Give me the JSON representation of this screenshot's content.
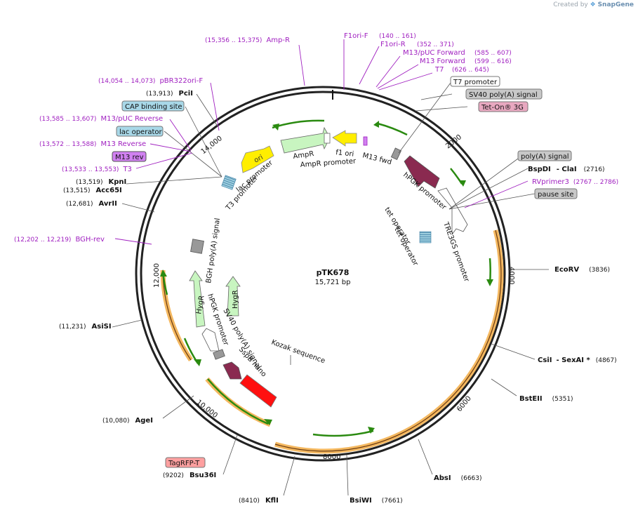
{
  "credit": {
    "prefix": "Created by",
    "brand": "SnapGene"
  },
  "plasmid": {
    "name": "pTK678",
    "size": "15,721 bp",
    "length": 15721
  },
  "colors": {
    "primer": "#a020c0",
    "site": "#111111",
    "backbone": "#222222",
    "yellow": "#ffee00",
    "lightgreen": "#c8f5c0",
    "darkred": "#8a2a50",
    "red": "#ff1010",
    "orange": "#f4b860",
    "gray": "#888888"
  },
  "ticks": [
    "2000",
    "4000",
    "6000",
    "8000",
    "10,000",
    "12,000",
    "14,000"
  ],
  "labels": {
    "restriction_sites": [
      {
        "name": "EcoRV",
        "pos": "(3836)"
      },
      {
        "name": "CsiI",
        "extra": "- SexAI *",
        "pos": "(4867)"
      },
      {
        "name": "BstEII",
        "pos": "(5351)"
      },
      {
        "name": "AbsI",
        "pos": "(6663)"
      },
      {
        "name": "BsiWI",
        "pos": "(7661)"
      },
      {
        "name": "KflI",
        "pos": "(8410)"
      },
      {
        "name": "Bsu36I",
        "pos": "(9202)"
      },
      {
        "name": "AgeI",
        "pos": "(10,080)"
      },
      {
        "name": "AsiSI",
        "pos": "(11,231)"
      },
      {
        "name": "AvrII",
        "pos": "(12,681)"
      },
      {
        "name": "Acc65I",
        "pos": "(13,515)"
      },
      {
        "name": "KpnI",
        "pos": "(13,519)"
      },
      {
        "name": "PciI",
        "pos": "(13,913)"
      },
      {
        "name": "BspDI",
        "extra": "- ClaI",
        "pos": "(2716)"
      }
    ],
    "primers": [
      {
        "name": "Amp-R",
        "pos": "(15,356 .. 15,375)"
      },
      {
        "name": "F1ori-F",
        "pos": "(140 .. 161)"
      },
      {
        "name": "F1ori-R",
        "pos": "(352 .. 371)"
      },
      {
        "name": "M13/pUC Forward",
        "pos": "(585 .. 607)"
      },
      {
        "name": "M13 Forward",
        "pos": "(599 .. 616)"
      },
      {
        "name": "T7",
        "pos": "(626 .. 645)"
      },
      {
        "name": "pBR322ori-F",
        "pos": "(14,054 .. 14,073)"
      },
      {
        "name": "M13/pUC Reverse",
        "pos": "(13,585 .. 13,607)"
      },
      {
        "name": "M13 Reverse",
        "pos": "(13,572 .. 13,588)"
      },
      {
        "name": "T3",
        "pos": "(13,533 .. 13,553)"
      },
      {
        "name": "BGH-rev",
        "pos": "(12,202 .. 12,219)"
      },
      {
        "name": "RVprimer3",
        "pos": "(2767 .. 2786)"
      }
    ],
    "boxed_features": [
      {
        "name": "T7 promoter"
      },
      {
        "name": "SV40 poly(A) signal"
      },
      {
        "name": "Tet-On® 3G"
      },
      {
        "name": "poly(A) signal"
      },
      {
        "name": "pause site"
      },
      {
        "name": "CAP binding site"
      },
      {
        "name": "lac operator"
      },
      {
        "name": "M13 rev"
      },
      {
        "name": "TagRFP-T"
      }
    ],
    "inner_features": [
      "ori",
      "AmpR",
      "AmpR promoter",
      "f1 ori",
      "M13 fwd",
      "hPGK promoter",
      "TRE3GS promoter",
      "tet operator",
      "tet operator",
      "lac promoter",
      "T3 promoter",
      "BGH poly(A) signal",
      "HygR",
      "HygR",
      "hPGK promoter",
      "SV40 poly(A) signal",
      "SspB nano",
      "Kozak sequence"
    ]
  }
}
